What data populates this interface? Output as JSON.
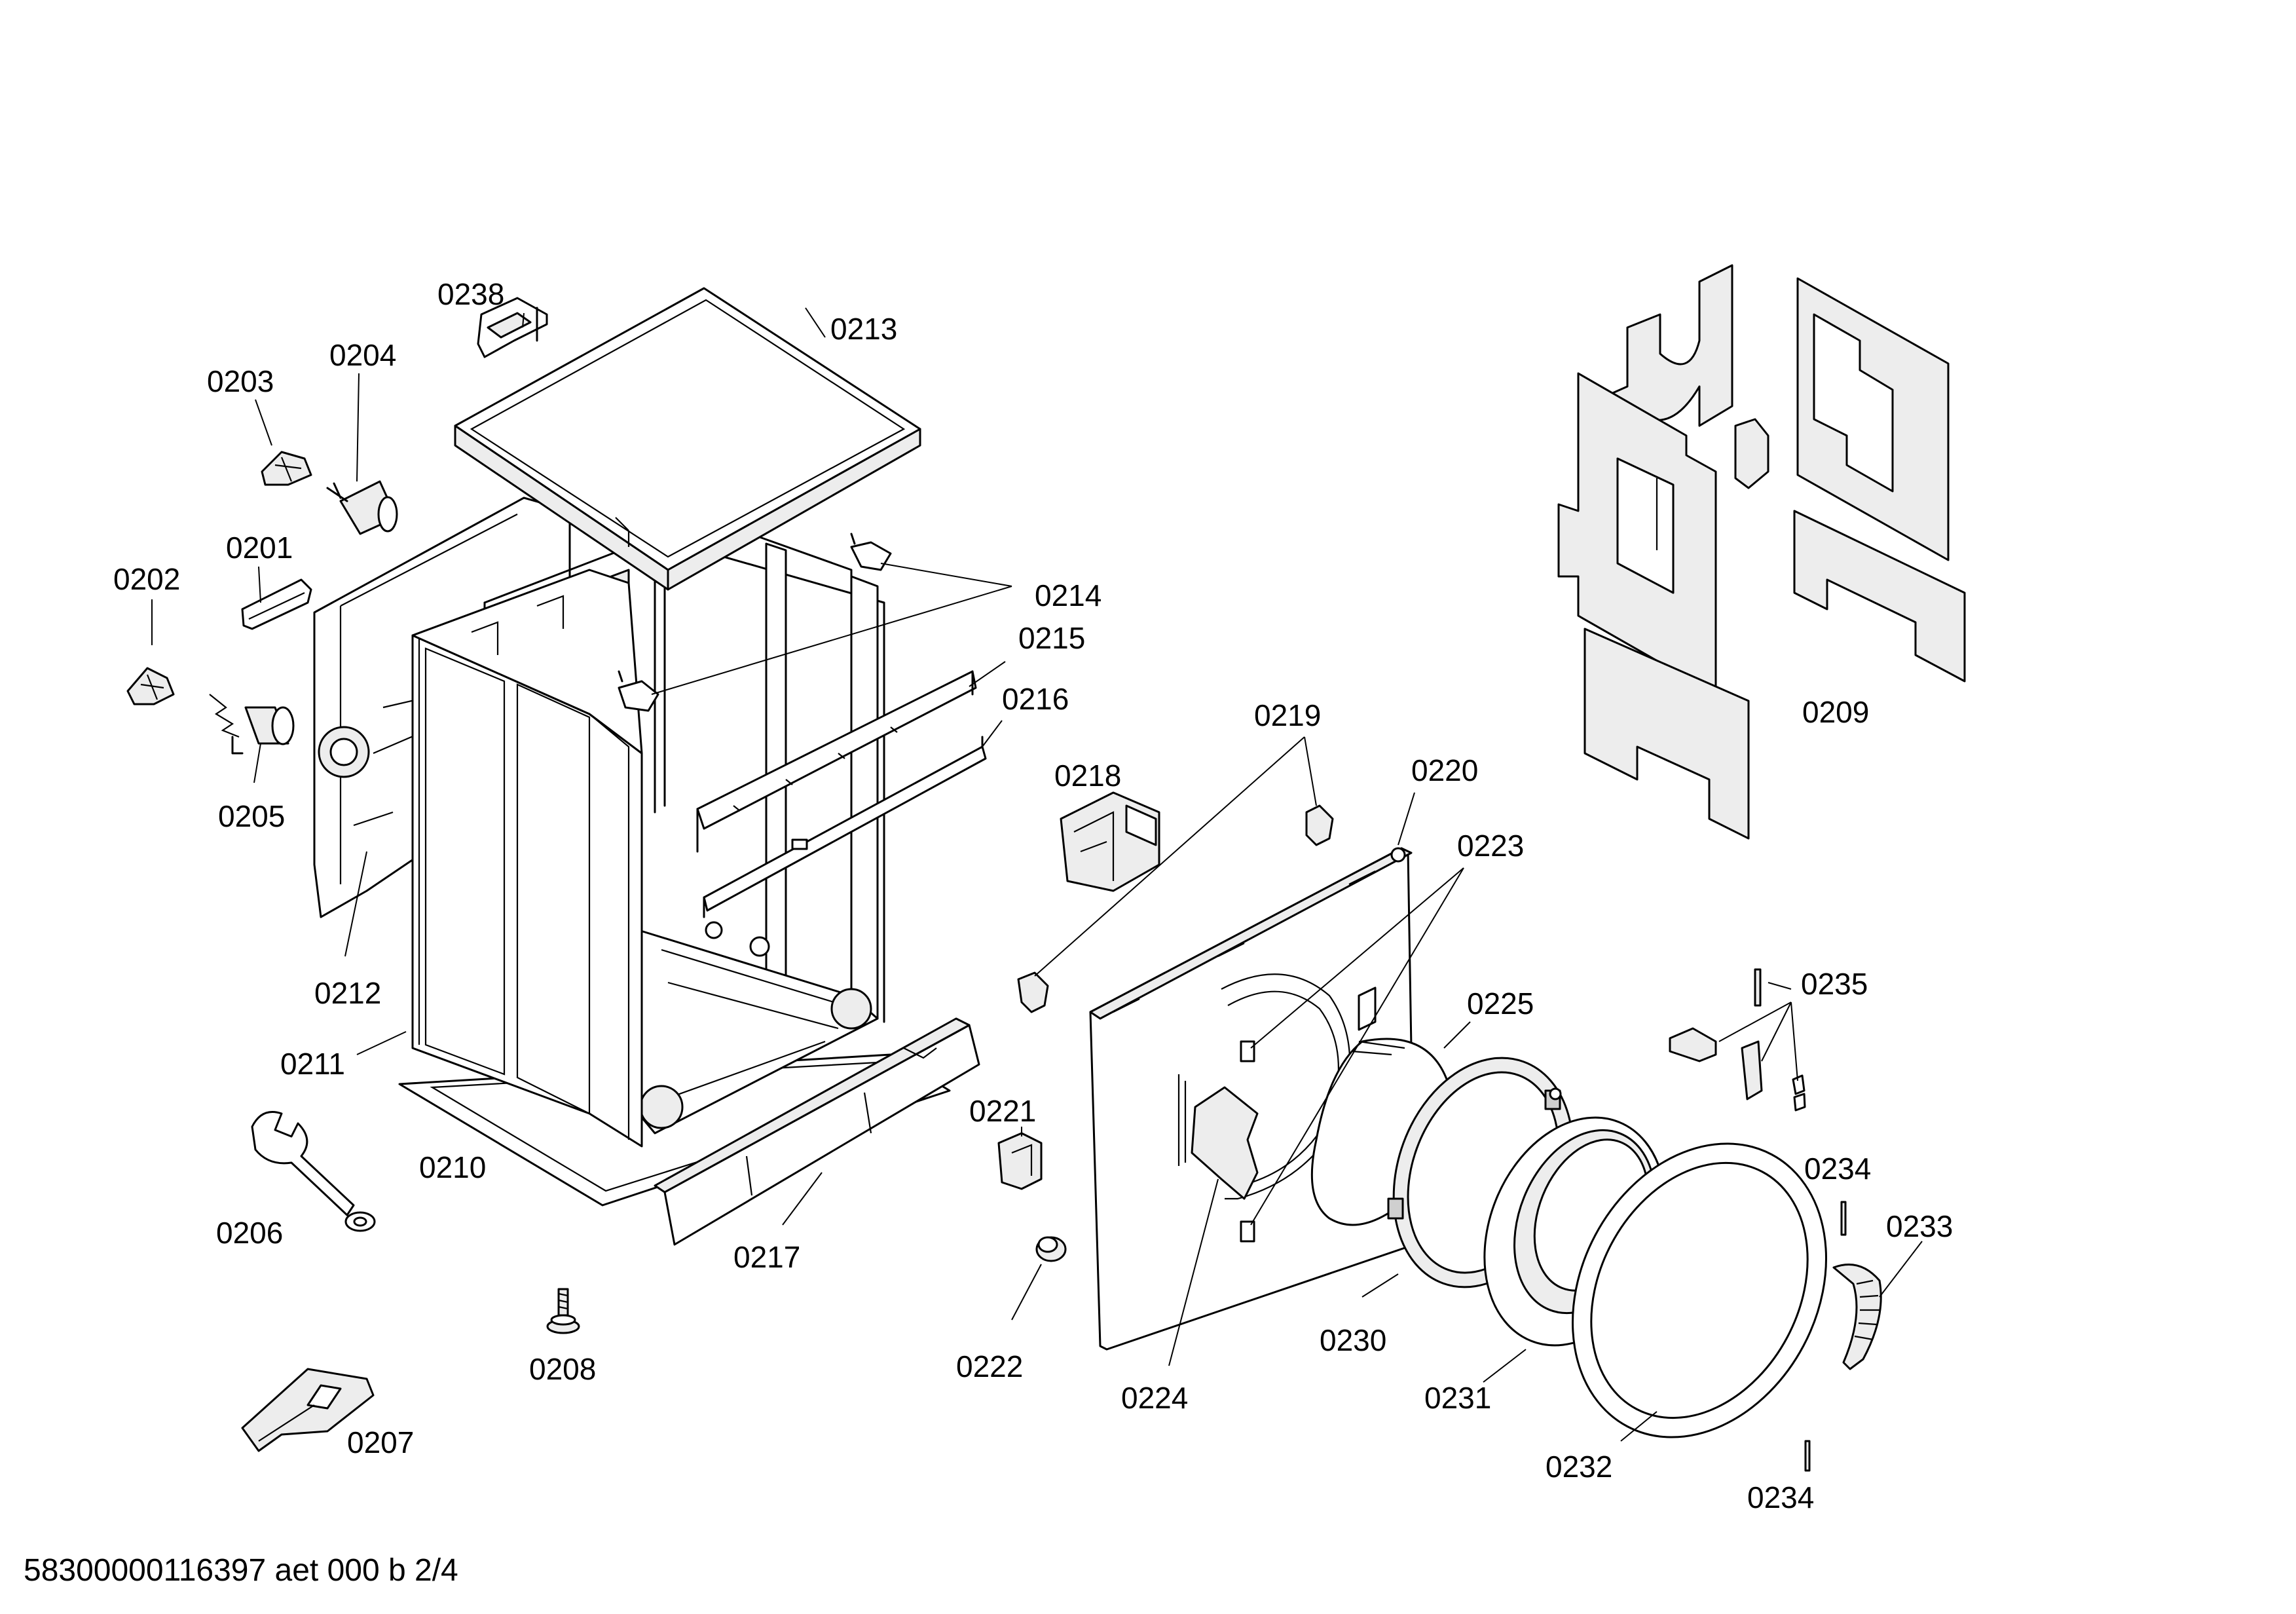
{
  "document_id": "58300000116397 aet 000 b 2/4",
  "parts": {
    "p0201": "0201",
    "p0202": "0202",
    "p0203": "0203",
    "p0204": "0204",
    "p0205": "0205",
    "p0206": "0206",
    "p0207": "0207",
    "p0208": "0208",
    "p0209": "0209",
    "p0210": "0210",
    "p0211": "0211",
    "p0212": "0212",
    "p0213": "0213",
    "p0214": "0214",
    "p0215": "0215",
    "p0216": "0216",
    "p0217": "0217",
    "p0218": "0218",
    "p0219": "0219",
    "p0220": "0220",
    "p0221": "0221",
    "p0222": "0222",
    "p0223": "0223",
    "p0224": "0224",
    "p0225": "0225",
    "p0230": "0230",
    "p0231": "0231",
    "p0232": "0232",
    "p0233": "0233",
    "p0234a": "0234",
    "p0234b": "0234",
    "p0235": "0235",
    "p0238": "0238"
  }
}
